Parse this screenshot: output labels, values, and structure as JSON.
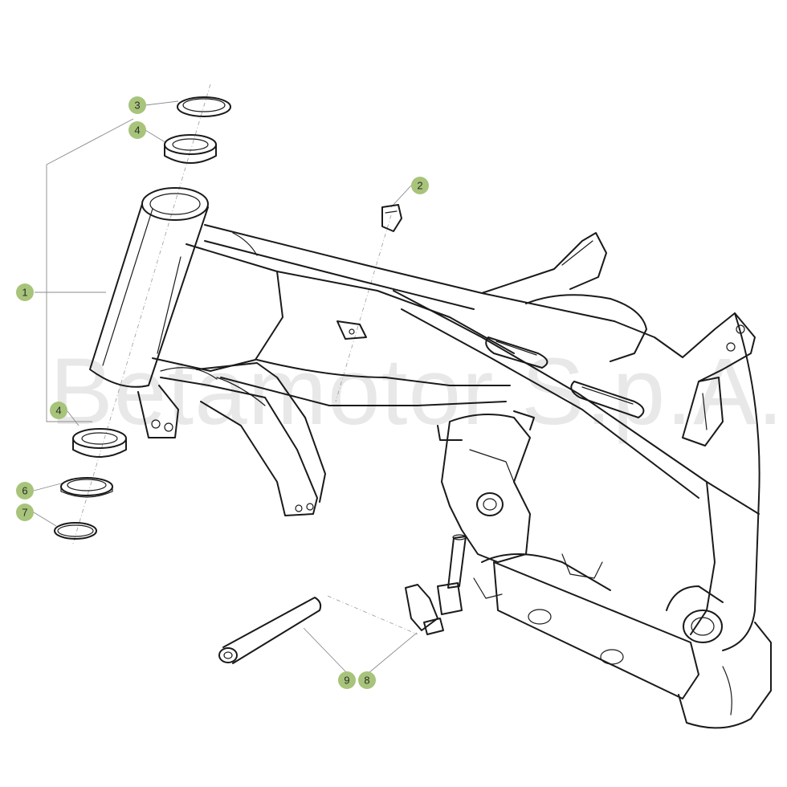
{
  "diagram": {
    "watermark": "Betamotor S.p.A.",
    "callout_color": "#a7c47a",
    "callouts": [
      {
        "id": "c3",
        "label": "3"
      },
      {
        "id": "c4a",
        "label": "4"
      },
      {
        "id": "c2",
        "label": "2"
      },
      {
        "id": "c1",
        "label": "1"
      },
      {
        "id": "c4b",
        "label": "4"
      },
      {
        "id": "c6",
        "label": "6"
      },
      {
        "id": "c7",
        "label": "7"
      },
      {
        "id": "c9",
        "label": "9"
      },
      {
        "id": "c8",
        "label": "8"
      }
    ]
  }
}
